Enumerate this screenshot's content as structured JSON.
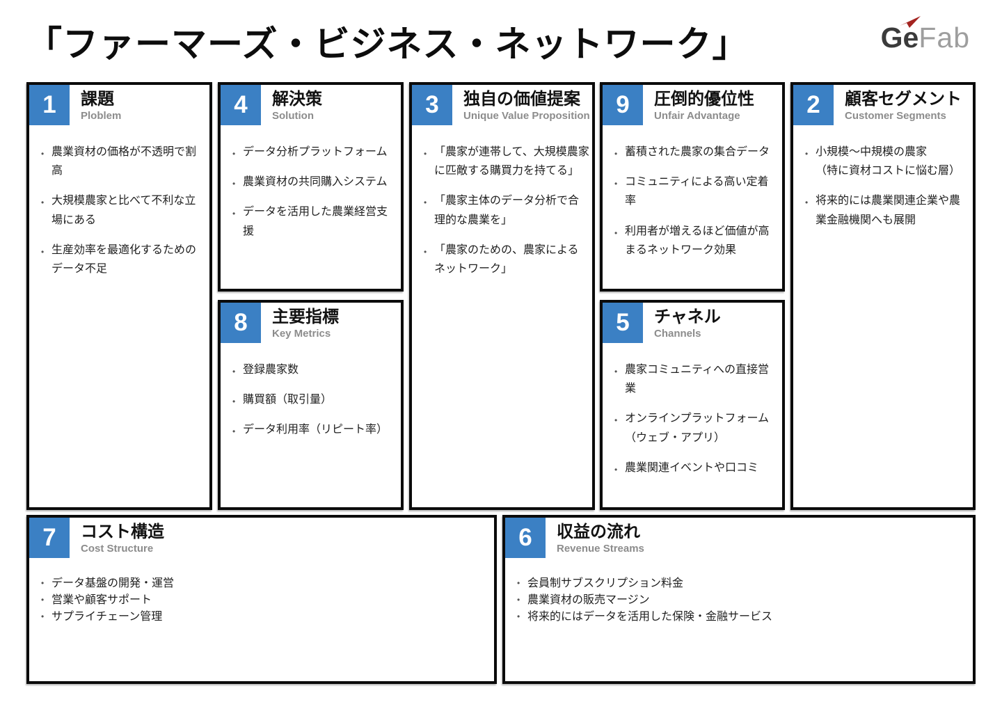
{
  "title": "「ファーマーズ・ビジネス・ネットワーク」",
  "logo": {
    "bold": "Ge",
    "light": "Fab"
  },
  "colors": {
    "accent": "#3B80C4",
    "border": "#0B0B0B",
    "subtitle": "#8C8C8C",
    "text": "#1F1F1F",
    "logo_red": "#A42420"
  },
  "sections": [
    {
      "id": "problem",
      "number": "1",
      "title": "課題",
      "subtitle": "Ploblem",
      "bullets": [
        "農業資材の価格が不透明で割高",
        "大規模農家と比べて不利な立場にある",
        "生産効率を最適化するためのデータ不足"
      ]
    },
    {
      "id": "solution",
      "number": "4",
      "title": "解決策",
      "subtitle": "Solution",
      "bullets": [
        "データ分析プラットフォーム",
        "農業資材の共同購入システム",
        "データを活用した農業経営支援"
      ]
    },
    {
      "id": "key-metrics",
      "number": "8",
      "title": "主要指標",
      "subtitle": "Key Metrics",
      "bullets": [
        "登録農家数",
        "購買額（取引量）",
        "データ利用率（リピート率）"
      ]
    },
    {
      "id": "unique-value-proposition",
      "number": "3",
      "title": "独自の価値提案",
      "subtitle": "Unique Value Proposition",
      "bullets": [
        "「農家が連帯して、大規模農家に匹敵する購買力を持てる」",
        "「農家主体のデータ分析で合理的な農業を」",
        "「農家のための、農家によるネットワーク」"
      ]
    },
    {
      "id": "unfair-advantage",
      "number": "9",
      "title": "圧倒的優位性",
      "subtitle": "Unfair Advantage",
      "bullets": [
        "蓄積された農家の集合データ",
        "コミュニティによる高い定着率",
        "利用者が増えるほど価値が高まるネットワーク効果"
      ]
    },
    {
      "id": "channels",
      "number": "5",
      "title": "チャネル",
      "subtitle": "Channels",
      "bullets": [
        "農家コミュニティへの直接営業",
        "オンラインプラットフォーム（ウェブ・アプリ）",
        "農業関連イベントや口コミ"
      ]
    },
    {
      "id": "customer-segments",
      "number": "2",
      "title": "顧客セグメント",
      "subtitle": "Customer Segments",
      "bullets": [
        "小規模〜中規模の農家\n（特に資材コストに悩む層）",
        "将来的には農業関連企業や農業金融機関へも展開"
      ]
    },
    {
      "id": "cost-structure",
      "number": "7",
      "title": "コスト構造",
      "subtitle": "Cost Structure",
      "bullets": [
        "データ基盤の開発・運営",
        "営業や顧客サポート",
        "サプライチェーン管理"
      ]
    },
    {
      "id": "revenue-streams",
      "number": "6",
      "title": "収益の流れ",
      "subtitle": "Revenue Streams",
      "bullets": [
        "会員制サブスクリプション料金",
        "農業資材の販売マージン",
        "将来的にはデータを活用した保険・金融サービス"
      ]
    }
  ]
}
